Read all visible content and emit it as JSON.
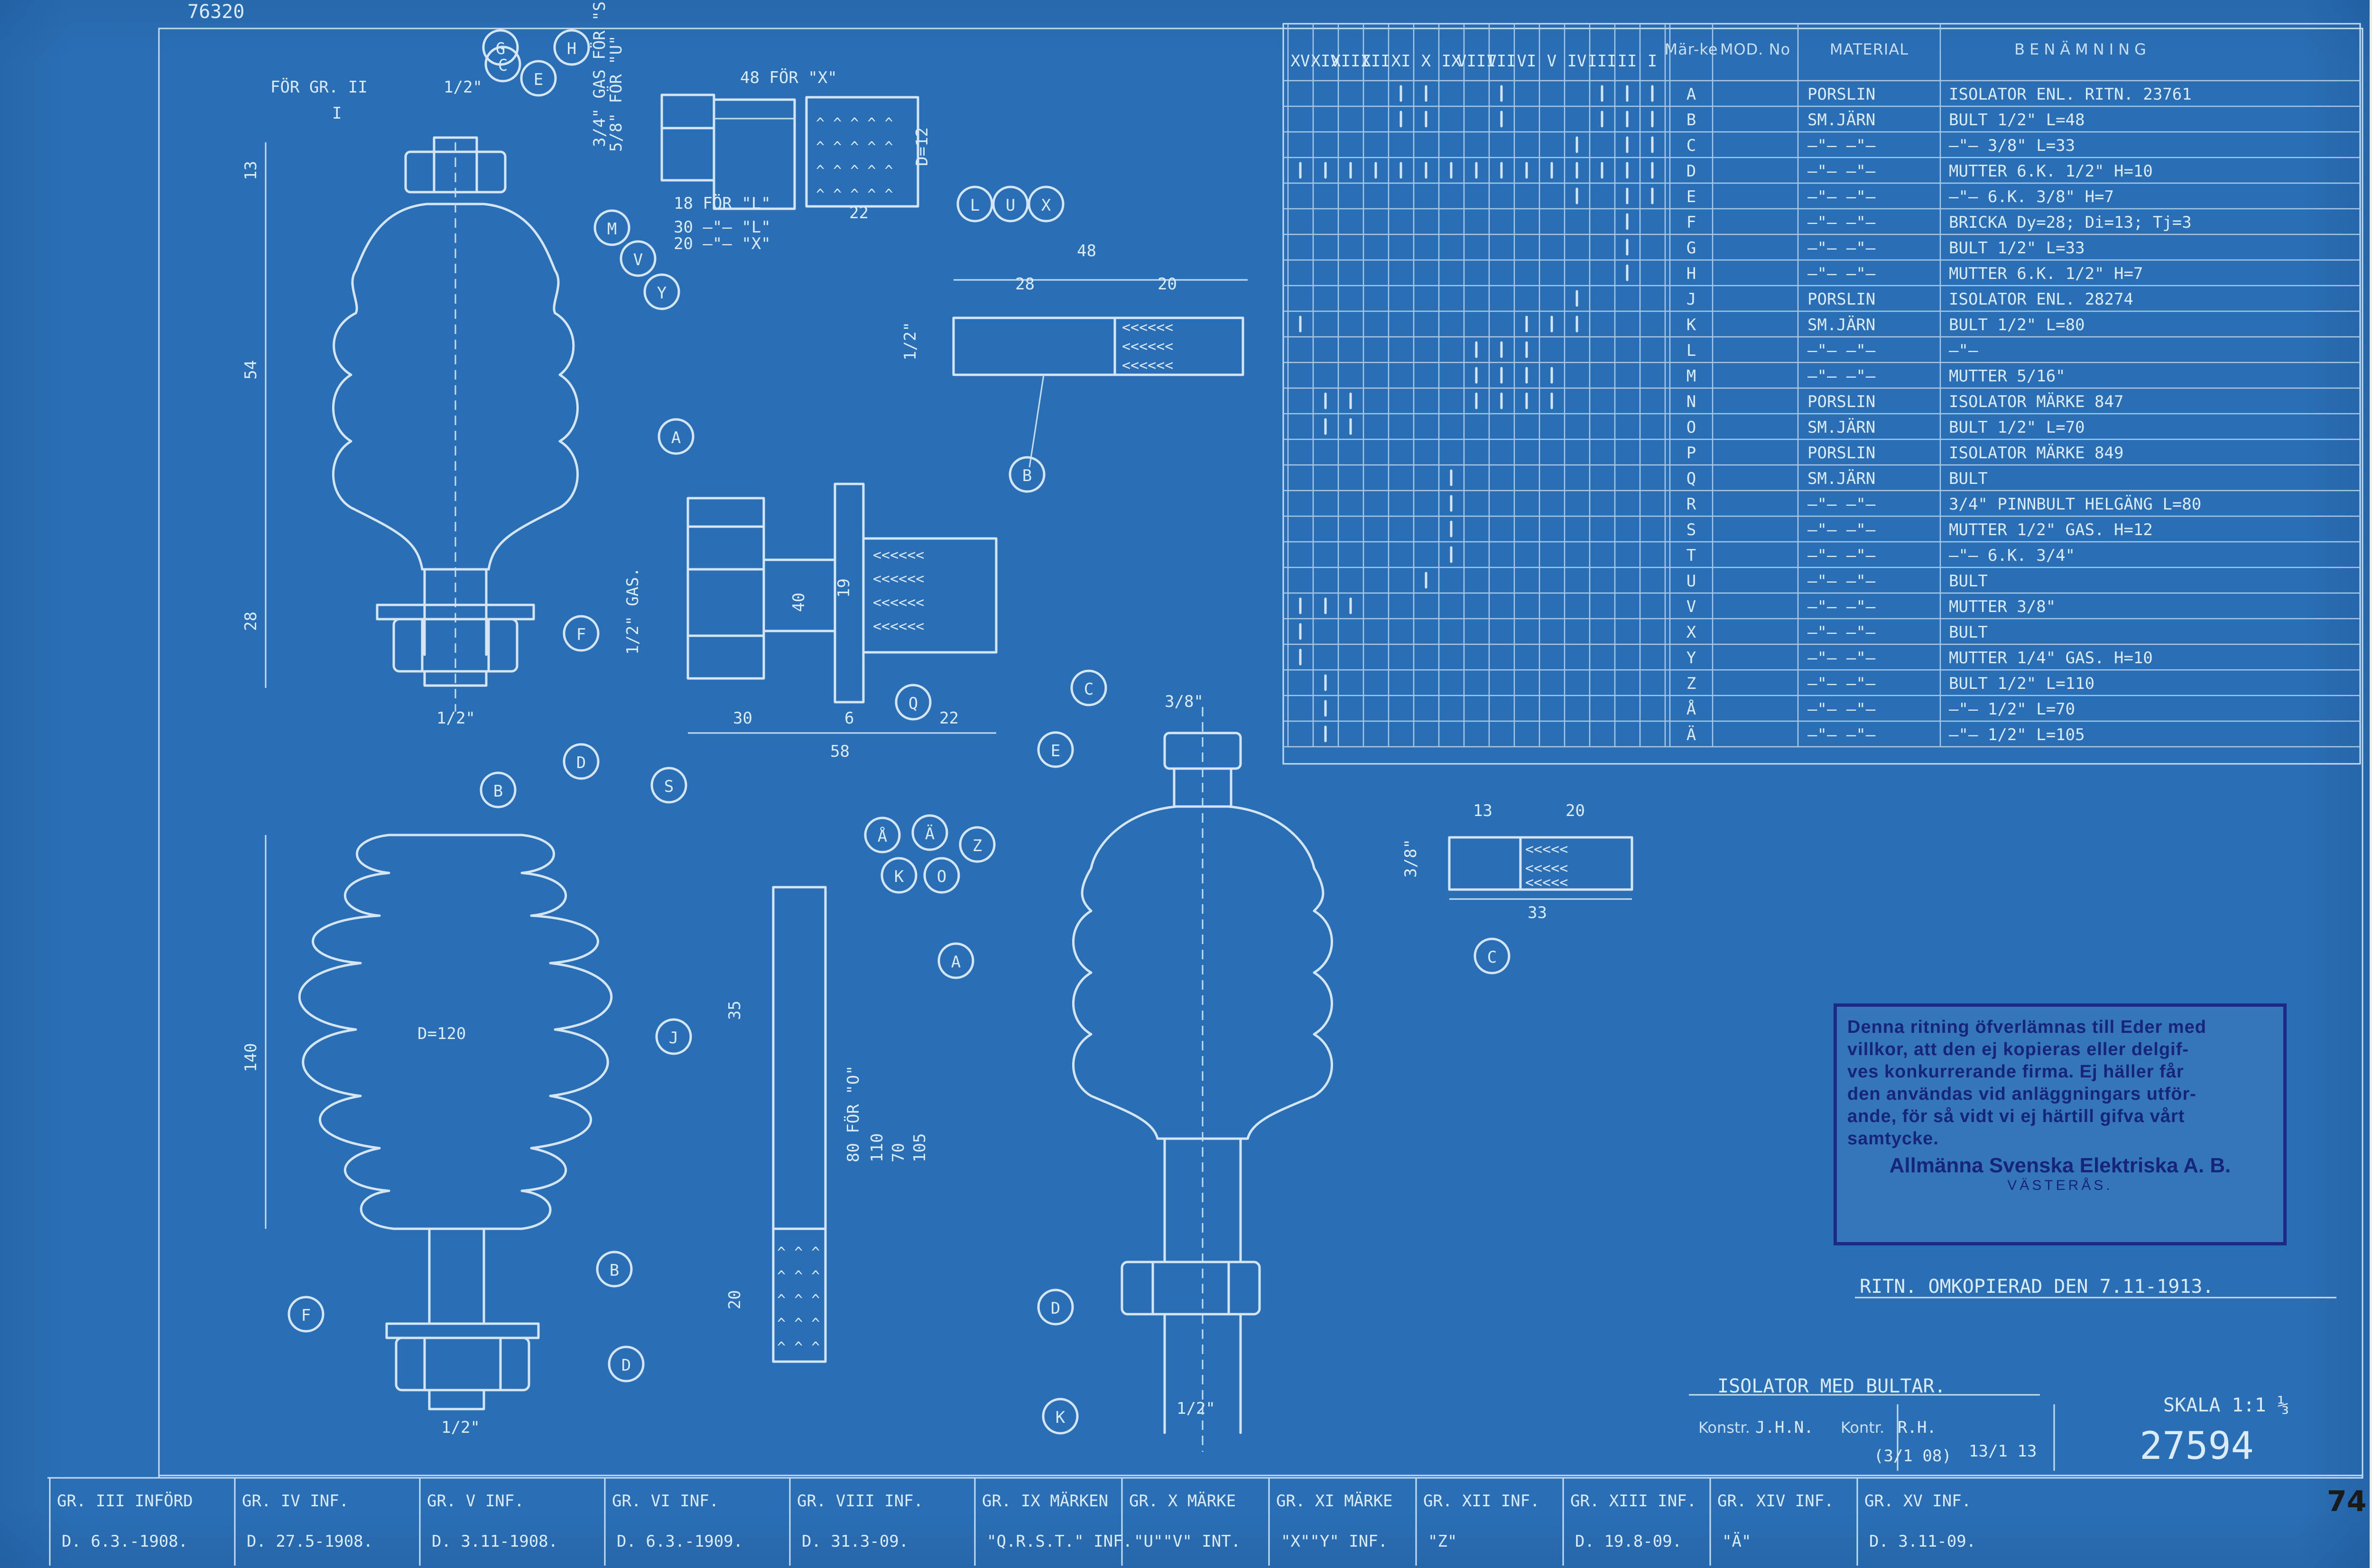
{
  "drawing": {
    "archive_number": "76320",
    "title": "ISOLATOR MED BULTAR.",
    "scale": "SKALA 1:1 ⅓",
    "drawing_number": "27594",
    "sheet_number": "74",
    "recopied": "RITN. OMKOPIERAD DEN 7.11-1913.",
    "konstr_label": "Konstr.",
    "konstr_value": "J.H.N.",
    "kontr_label": "Kontr.",
    "kontr_value": "R.H.",
    "date_a": "(3/1 08)",
    "date_b": "13/1 13"
  },
  "stamp": {
    "lines": [
      "Denna ritning öfverlämnas till Eder med",
      "villkor, att den ej kopieras eller delgif-",
      "ves konkurrerande firma. Ej häller får",
      "den användas vid anläggningars utför-",
      "ande, för så vidt vi ej härtill gifva vårt",
      "samtycke."
    ],
    "company": "Allmänna Svenska Elektriska A. B.",
    "city": "VÄSTERÅS."
  },
  "parts_table": {
    "group_headers": [
      "XV",
      "XIV",
      "XIII",
      "XII",
      "XI",
      "X",
      "IX",
      "VIII",
      "VII",
      "VI",
      "V",
      "IV",
      "III",
      "II",
      "I"
    ],
    "col_marke": "Mär-ke",
    "col_mod": "MOD. No",
    "col_material": "MATERIAL",
    "col_name": "BENÄMNING",
    "rows": [
      {
        "marke": "A",
        "material": "PORSLIN",
        "name": "ISOLATOR ENL. RITN. 23761",
        "marks": [
          0,
          0,
          0,
          0,
          1,
          1,
          0,
          0,
          1,
          0,
          0,
          0,
          1,
          1,
          1
        ]
      },
      {
        "marke": "B",
        "material": "SM.JÄRN",
        "name": "BULT 1/2\" L=48",
        "marks": [
          0,
          0,
          0,
          0,
          1,
          1,
          0,
          0,
          1,
          0,
          0,
          0,
          1,
          1,
          1
        ]
      },
      {
        "marke": "C",
        "material": "—\"— —\"—",
        "name": "—\"— 3/8\" L=33",
        "marks": [
          0,
          0,
          0,
          0,
          0,
          0,
          0,
          0,
          0,
          0,
          0,
          1,
          0,
          1,
          1
        ]
      },
      {
        "marke": "D",
        "material": "—\"— —\"—",
        "name": "MUTTER 6.K. 1/2\" H=10",
        "marks": [
          1,
          1,
          1,
          1,
          1,
          1,
          1,
          1,
          1,
          1,
          1,
          1,
          1,
          1,
          1
        ]
      },
      {
        "marke": "E",
        "material": "—\"— —\"—",
        "name": "—\"— 6.K. 3/8\" H=7",
        "marks": [
          0,
          0,
          0,
          0,
          0,
          0,
          0,
          0,
          0,
          0,
          0,
          1,
          0,
          1,
          1
        ]
      },
      {
        "marke": "F",
        "material": "—\"— —\"—",
        "name": "BRICKA Dy=28; Di=13; Tj=3",
        "marks": [
          0,
          0,
          0,
          0,
          0,
          0,
          0,
          0,
          0,
          0,
          0,
          0,
          0,
          1,
          0
        ]
      },
      {
        "marke": "G",
        "material": "—\"— —\"—",
        "name": "BULT 1/2\" L=33",
        "marks": [
          0,
          0,
          0,
          0,
          0,
          0,
          0,
          0,
          0,
          0,
          0,
          0,
          0,
          1,
          0
        ]
      },
      {
        "marke": "H",
        "material": "—\"— —\"—",
        "name": "MUTTER 6.K. 1/2\" H=7",
        "marks": [
          0,
          0,
          0,
          0,
          0,
          0,
          0,
          0,
          0,
          0,
          0,
          0,
          0,
          1,
          0
        ]
      },
      {
        "marke": "J",
        "material": "PORSLIN",
        "name": "ISOLATOR ENL. 28274",
        "marks": [
          0,
          0,
          0,
          0,
          0,
          0,
          0,
          0,
          0,
          0,
          0,
          1,
          0,
          0,
          0
        ]
      },
      {
        "marke": "K",
        "material": "SM.JÄRN",
        "name": "BULT 1/2\" L=80",
        "marks": [
          1,
          0,
          0,
          0,
          0,
          0,
          0,
          0,
          0,
          1,
          1,
          1,
          0,
          0,
          0
        ]
      },
      {
        "marke": "L",
        "material": "—\"— —\"—",
        "name": "—\"—",
        "marks": [
          0,
          0,
          0,
          0,
          0,
          0,
          0,
          1,
          1,
          1,
          0,
          0,
          0,
          0,
          0
        ]
      },
      {
        "marke": "M",
        "material": "—\"— —\"—",
        "name": "MUTTER 5/16\"",
        "marks": [
          0,
          0,
          0,
          0,
          0,
          0,
          0,
          1,
          1,
          1,
          1,
          0,
          0,
          0,
          0
        ]
      },
      {
        "marke": "N",
        "material": "PORSLIN",
        "name": "ISOLATOR MÄRKE 847",
        "marks": [
          0,
          1,
          1,
          0,
          0,
          0,
          0,
          1,
          1,
          1,
          1,
          0,
          0,
          0,
          0
        ]
      },
      {
        "marke": "O",
        "material": "SM.JÄRN",
        "name": "BULT 1/2\" L=70",
        "marks": [
          0,
          1,
          1,
          0,
          0,
          0,
          0,
          0,
          0,
          0,
          0,
          0,
          0,
          0,
          0
        ]
      },
      {
        "marke": "P",
        "material": "PORSLIN",
        "name": "ISOLATOR MÄRKE 849",
        "marks": [
          0,
          0,
          0,
          0,
          0,
          0,
          0,
          0,
          0,
          0,
          0,
          0,
          0,
          0,
          0
        ]
      },
      {
        "marke": "Q",
        "material": "SM.JÄRN",
        "name": "BULT",
        "marks": [
          0,
          0,
          0,
          0,
          0,
          0,
          1,
          0,
          0,
          0,
          0,
          0,
          0,
          0,
          0
        ]
      },
      {
        "marke": "R",
        "material": "—\"— —\"—",
        "name": "3/4\" PINNBULT HELGÄNG L=80",
        "marks": [
          0,
          0,
          0,
          0,
          0,
          0,
          1,
          0,
          0,
          0,
          0,
          0,
          0,
          0,
          0
        ]
      },
      {
        "marke": "S",
        "material": "—\"— —\"—",
        "name": "MUTTER 1/2\" GAS. H=12",
        "marks": [
          0,
          0,
          0,
          0,
          0,
          0,
          1,
          0,
          0,
          0,
          0,
          0,
          0,
          0,
          0
        ]
      },
      {
        "marke": "T",
        "material": "—\"— —\"—",
        "name": "—\"— 6.K. 3/4\"",
        "marks": [
          0,
          0,
          0,
          0,
          0,
          0,
          1,
          0,
          0,
          0,
          0,
          0,
          0,
          0,
          0
        ]
      },
      {
        "marke": "U",
        "material": "—\"— —\"—",
        "name": "BULT",
        "marks": [
          0,
          0,
          0,
          0,
          0,
          1,
          0,
          0,
          0,
          0,
          0,
          0,
          0,
          0,
          0
        ]
      },
      {
        "marke": "V",
        "material": "—\"— —\"—",
        "name": "MUTTER 3/8\"",
        "marks": [
          1,
          1,
          1,
          0,
          0,
          0,
          0,
          0,
          0,
          0,
          0,
          0,
          0,
          0,
          0
        ]
      },
      {
        "marke": "X",
        "material": "—\"— —\"—",
        "name": "BULT",
        "marks": [
          1,
          0,
          0,
          0,
          0,
          0,
          0,
          0,
          0,
          0,
          0,
          0,
          0,
          0,
          0
        ]
      },
      {
        "marke": "Y",
        "material": "—\"— —\"—",
        "name": "MUTTER 1/4\" GAS. H=10",
        "marks": [
          1,
          0,
          0,
          0,
          0,
          0,
          0,
          0,
          0,
          0,
          0,
          0,
          0,
          0,
          0
        ]
      },
      {
        "marke": "Z",
        "material": "—\"— —\"—",
        "name": "BULT 1/2\" L=110",
        "marks": [
          0,
          1,
          0,
          0,
          0,
          0,
          0,
          0,
          0,
          0,
          0,
          0,
          0,
          0,
          0
        ]
      },
      {
        "marke": "Å",
        "material": "—\"— —\"—",
        "name": "—\"— 1/2\" L=70",
        "marks": [
          0,
          1,
          0,
          0,
          0,
          0,
          0,
          0,
          0,
          0,
          0,
          0,
          0,
          0,
          0
        ]
      },
      {
        "marke": "Ä",
        "material": "—\"— —\"—",
        "name": "—\"— 1/2\" L=105",
        "marks": [
          0,
          1,
          0,
          0,
          0,
          0,
          0,
          0,
          0,
          0,
          0,
          0,
          0,
          0,
          0
        ]
      }
    ]
  },
  "revisions": [
    {
      "top": "GR. III INFÖRD",
      "bottom": "D. 6.3.-1908."
    },
    {
      "top": "GR. IV INF.",
      "bottom": "D. 27.5-1908."
    },
    {
      "top": "GR. V INF.",
      "bottom": "D. 3.11-1908."
    },
    {
      "top": "GR. VI INF.",
      "bottom": "D. 6.3.-1909."
    },
    {
      "top": "GR. VIII INF.",
      "bottom": "D. 31.3-09."
    },
    {
      "top": "GR. IX MÄRKEN",
      "bottom": "\"Q.R.S.T.\" INF."
    },
    {
      "top": "GR. X MÄRKE",
      "bottom": "\"U\"\"V\" INT."
    },
    {
      "top": "GR. XI MÄRKE",
      "bottom": "\"X\"\"Y\" INF."
    },
    {
      "top": "GR. XII INF.",
      "bottom": "\"Z\""
    },
    {
      "top": "GR. XIII INF.",
      "bottom": "D. 19.8-09."
    },
    {
      "top": "GR. XIV INF.",
      "bottom": "\"Ä\""
    },
    {
      "top": "GR. XV INF.",
      "bottom": "D. 3.11-09."
    }
  ],
  "labels": {
    "for_gr": "FÖR GR. II",
    "for_gr_2": "I",
    "dim_13": "13",
    "dim_54": "54",
    "dim_28": "28",
    "dim_half": "1/2\"",
    "dim_48": "48",
    "dim_28b": "28",
    "dim_20": "20",
    "dim_22": "22",
    "dim_d12": "D=12",
    "dim_18": "18 FÖR \"L\"",
    "dim_30L": "30 —\"— \"L\"",
    "dim_20X": "20 —\"— \"X\"",
    "dim_48x": "48 FÖR \"X\"",
    "dim_gas": "1/2\" GAS.",
    "dim_40": "40",
    "dim_30": "30",
    "dim_6": "6",
    "dim_22b": "22",
    "dim_58": "58",
    "dim_19": "19",
    "dim_38": "3/8\"",
    "dim_13b": "13",
    "dim_20b": "20",
    "dim_33": "33",
    "dim_38b": "3/8\"",
    "dim_140": "140",
    "dim_d120": "D=120",
    "dim_35": "35",
    "dim_80": "80 FÖR \"O\"",
    "dim_110": "110",
    "dim_70": "70",
    "dim_105": "105",
    "dim_20c": "20",
    "dim_half2": "1/2\"",
    "dim_half3": "1/2\"",
    "dim_half4": "1/2\"",
    "dim_half5": "1/2\"",
    "dim_half_u": "5/8\" FÖR \"U\"",
    "dim_half_w": "3/4\" GAS FÖR \"S\""
  },
  "callouts": [
    "A",
    "B",
    "C",
    "D",
    "E",
    "F",
    "G",
    "H",
    "J",
    "K",
    "L",
    "M",
    "O",
    "Q",
    "S",
    "U",
    "V",
    "X",
    "Y",
    "Z",
    "Å",
    "Ä"
  ]
}
